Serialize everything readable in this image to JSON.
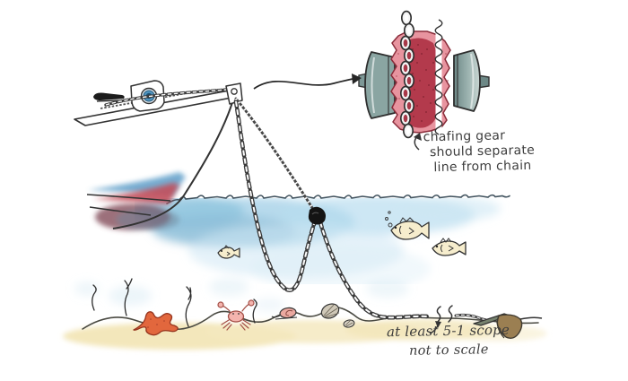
{
  "illustration": {
    "inset_note": {
      "line1": "chafing gear",
      "line2": "should separate",
      "line3": "line from chain"
    },
    "scope_note": "at least 5-1 scope",
    "scale_note": "not to scale"
  },
  "colors": {
    "water_blue": "#9fcde6",
    "deep_water": "#cfe8f4",
    "sand": "#f2e4b4",
    "sleeve_red": "#b33a4c",
    "sleeve_pink": "#e8949f",
    "drum_teal": "#8aa5a2",
    "hull_blue": "#5f9fc9",
    "hull_red": "#c3505c",
    "starfish_orange": "#e2673d",
    "crab_pink": "#f4b4ae",
    "fish_cream": "#f6edcd",
    "anchor_brown": "#9b7f52",
    "ink": "#3a3a3a"
  }
}
